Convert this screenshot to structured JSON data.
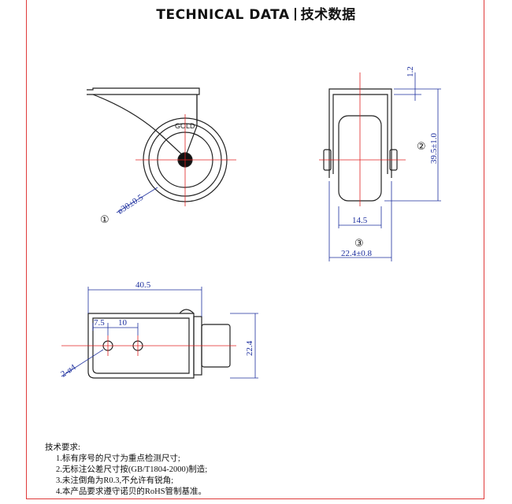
{
  "title": {
    "en": "TECHNICAL DATA",
    "zh": "技术数据"
  },
  "drawing": {
    "brand_label": "GOLD",
    "markers": [
      "①",
      "②",
      "③"
    ],
    "dimensions": {
      "diameter": "ø30±0.5",
      "top_gap": "1.2",
      "height": "39.5±1.0",
      "wheel_width": "14.5",
      "overall_width": "22.4±0.8",
      "plate_length": "40.5",
      "hole_offset": "7.5",
      "hole_pitch": "10",
      "plate_width": "22.4",
      "hole_dia": "2-ø4"
    },
    "colors": {
      "outline": "#222222",
      "dimension": "#1d2f9e",
      "centerline": "#e02020",
      "frame": "#e03a3a"
    }
  },
  "notes": {
    "heading": "技术要求:",
    "items": [
      "1.标有序号的尺寸为重点检测尺寸;",
      "2.无标注公差尺寸按(GB/T1804-2000)制造;",
      "3.未注倒角为R0.3,不允许有锐角;",
      "4.本产品要求遵守诺贝的RoHS管制基准。"
    ]
  }
}
